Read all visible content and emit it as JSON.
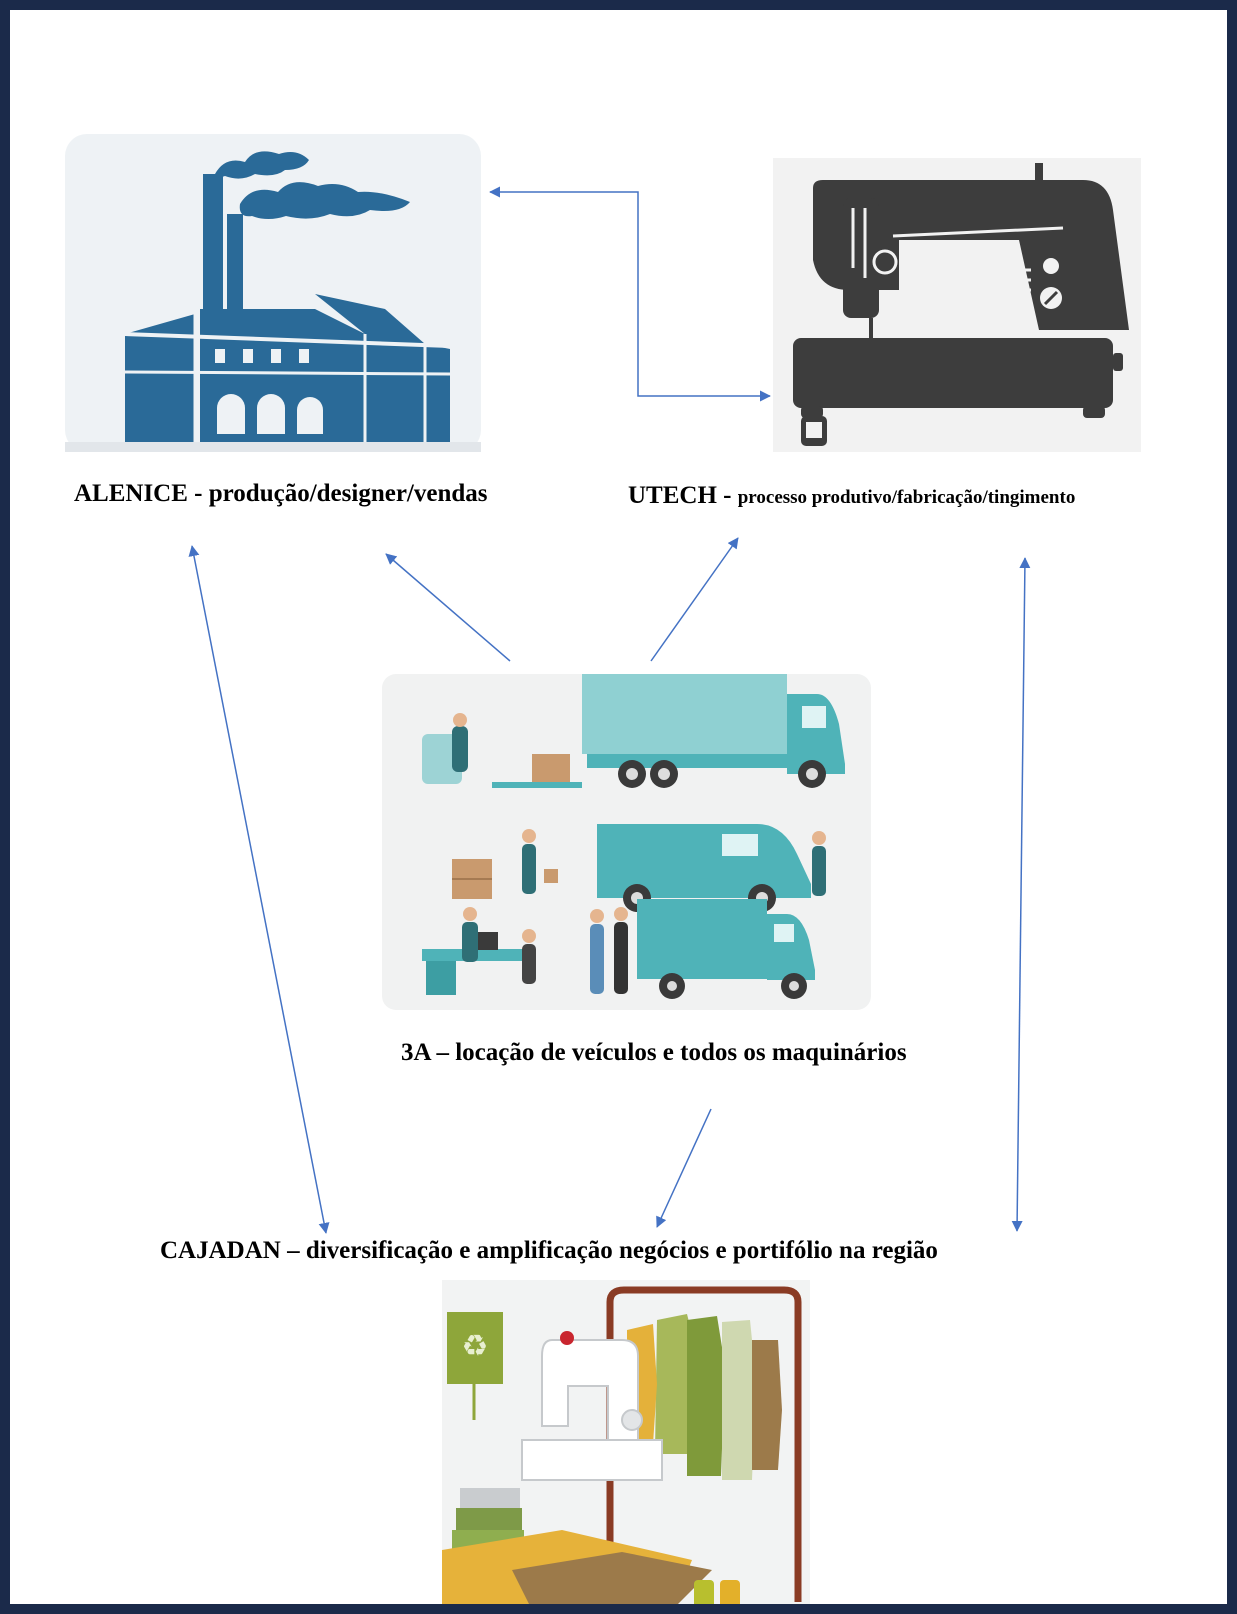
{
  "nodes": {
    "alenice": {
      "name": "ALENICE",
      "separator": " - ",
      "description": "produção/designer/vendas",
      "icon": "factory-icon"
    },
    "utech": {
      "name": "UTECH",
      "separator": " - ",
      "description": "processo produtivo/fabricação/tingimento",
      "icon": "sewing-machine-icon"
    },
    "three_a": {
      "name": "3A",
      "separator": " – ",
      "description": "locação de veículos e todos os maquinários",
      "icon": "logistics-trucks-icon"
    },
    "cajadan": {
      "name": "CAJADAN",
      "separator": " – ",
      "description": "diversificação e amplificação negócios e portifólio na região",
      "icon": "garment-workshop-icon"
    }
  },
  "edges": [
    {
      "from": "alenice",
      "to": "utech",
      "direction": "both"
    },
    {
      "from": "three_a",
      "to": "alenice",
      "direction": "forward"
    },
    {
      "from": "three_a",
      "to": "utech",
      "direction": "forward"
    },
    {
      "from": "three_a",
      "to": "cajadan",
      "direction": "forward"
    },
    {
      "from": "alenice",
      "to": "cajadan",
      "direction": "both"
    },
    {
      "from": "utech",
      "to": "cajadan",
      "direction": "both"
    }
  ],
  "colors": {
    "frame": "#1b2a4a",
    "arrow": "#4472c4",
    "factory": "#2a6a98",
    "sewing_machine": "#3d3d3d",
    "teal": "#4fb3b8"
  }
}
